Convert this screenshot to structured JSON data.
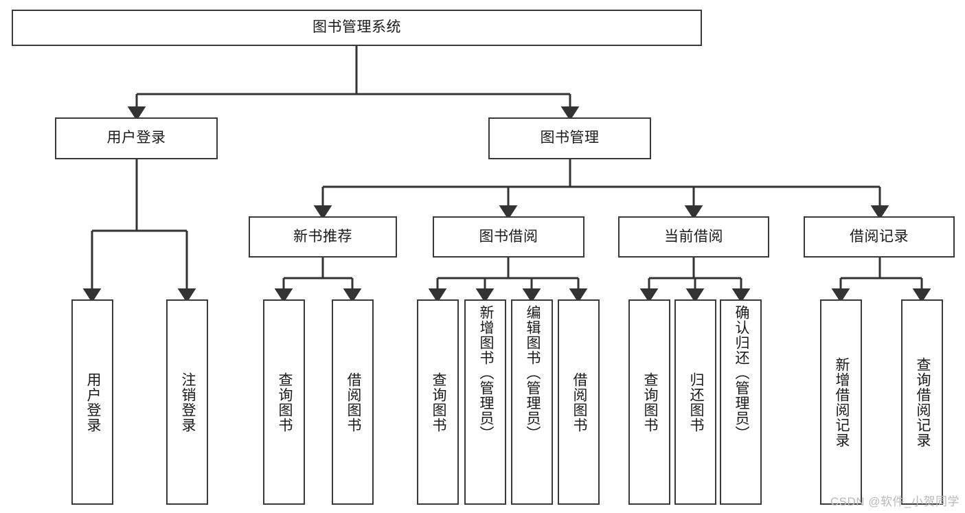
{
  "diagram": {
    "title": "图书管理系统",
    "type": "tree-hierarchy",
    "root": {
      "label": "图书管理系统",
      "name": "node-root"
    },
    "level1": [
      {
        "label": "用户登录",
        "name": "node-user-login"
      },
      {
        "label": "图书管理",
        "name": "node-book-management"
      }
    ],
    "level2": [
      {
        "label": "新书推荐",
        "name": "node-new-book-recommend"
      },
      {
        "label": "图书借阅",
        "name": "node-book-borrow"
      },
      {
        "label": "当前借阅",
        "name": "node-current-borrow"
      },
      {
        "label": "借阅记录",
        "name": "node-borrow-record"
      }
    ],
    "leaves": {
      "user_login": [
        {
          "label": "用户登录",
          "name": "leaf-user-login"
        },
        {
          "label": "注销登录",
          "name": "leaf-logout"
        }
      ],
      "new_book_recommend": [
        {
          "label": "查询图书",
          "name": "leaf-query-book-1"
        },
        {
          "label": "借阅图书",
          "name": "leaf-borrow-book-1"
        }
      ],
      "book_borrow": [
        {
          "label": "查询图书",
          "name": "leaf-query-book-2"
        },
        {
          "label": "新增图书（管理员）",
          "name": "leaf-add-book-admin"
        },
        {
          "label": "编辑图书（管理员）",
          "name": "leaf-edit-book-admin"
        },
        {
          "label": "借阅图书",
          "name": "leaf-borrow-book-2"
        }
      ],
      "current_borrow": [
        {
          "label": "查询图书",
          "name": "leaf-query-book-3"
        },
        {
          "label": "归还图书",
          "name": "leaf-return-book"
        },
        {
          "label": "确认归还（管理员）",
          "name": "leaf-confirm-return-admin"
        }
      ],
      "borrow_record": [
        {
          "label": "新增借阅记录",
          "name": "leaf-add-borrow-record"
        },
        {
          "label": "查询借阅记录",
          "name": "leaf-query-borrow-record"
        }
      ]
    }
  },
  "watermark": {
    "text": "CSDN @软件_小贺同学"
  },
  "colors": {
    "box_border": "#3a3a3a",
    "box_fill": "#ffffff",
    "edge": "#333333",
    "text": "#1a1a1a",
    "watermark": "#b9b9b9",
    "background": "#ffffff"
  }
}
